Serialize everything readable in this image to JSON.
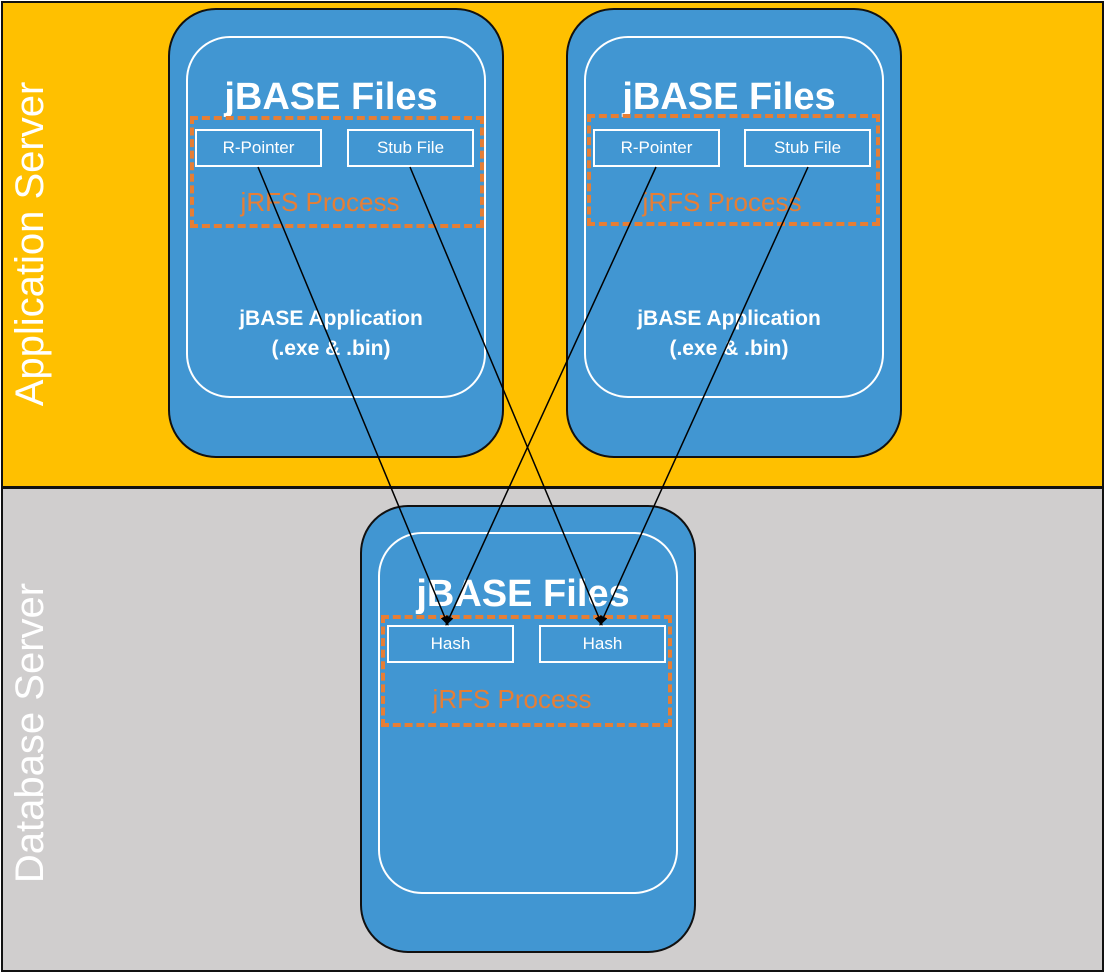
{
  "bands": {
    "application": "Application Server",
    "database": "Database Server"
  },
  "app_servers": [
    {
      "files_title": "jBASE Files",
      "jrfs_label": "jRFS Process",
      "r_pointer": "R-Pointer",
      "stub_file": "Stub File",
      "app_line1": "jBASE Application",
      "app_line2": "(.exe & .bin)"
    },
    {
      "files_title": "jBASE Files",
      "jrfs_label": "jRFS Process",
      "r_pointer": "R-Pointer",
      "stub_file": "Stub File",
      "app_line1": "jBASE Application",
      "app_line2": "(.exe & .bin)"
    }
  ],
  "db_server": {
    "files_title": "jBASE Files",
    "jrfs_label": "jRFS Process",
    "hash1": "Hash",
    "hash2": "Hash"
  },
  "colors": {
    "app_band": "#FFC000",
    "db_band": "#D0CECE",
    "server_fill": "#4196D2",
    "jrfs_dash": "#E67E35"
  }
}
